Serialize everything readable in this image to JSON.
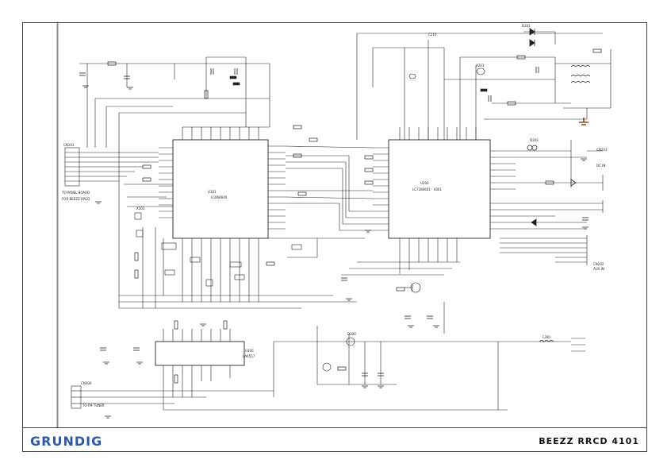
{
  "brand": "GRUNDIG",
  "model": "BEEZZ RRCD 4101",
  "colors": {
    "brand": "#2b5aa8",
    "ink": "#222222",
    "ground_accent": "#8a4a1a"
  },
  "labels": {
    "ic_left_ref": "U101",
    "ic_left_part": "LC866640",
    "ic_right_ref": "U200",
    "ic_right_part": "LC7280601 - 4301",
    "ic_bottom_ref": "U300",
    "ic_bottom_part": "LA6557",
    "conn_left_ref": "CN101",
    "conn_left_note": "TO PANEL BOARD",
    "conn_left_sub": "FOR BEEZZ RRCD",
    "conn_bottom_ref": "CN300",
    "conn_bottom_note": "TO FM TUNER",
    "cap_top_ref": "C210",
    "transistor_bottom_ref": "Q300",
    "coil_ref": "L300",
    "crystal_ref": "X201",
    "xtal_left_ref": "X101",
    "jack_ref": "CN201",
    "jack_note": "DC IN",
    "aux_ref": "CN202",
    "aux_note": "AUX IN",
    "diode_ref": "D201",
    "led_ref": "D202"
  }
}
